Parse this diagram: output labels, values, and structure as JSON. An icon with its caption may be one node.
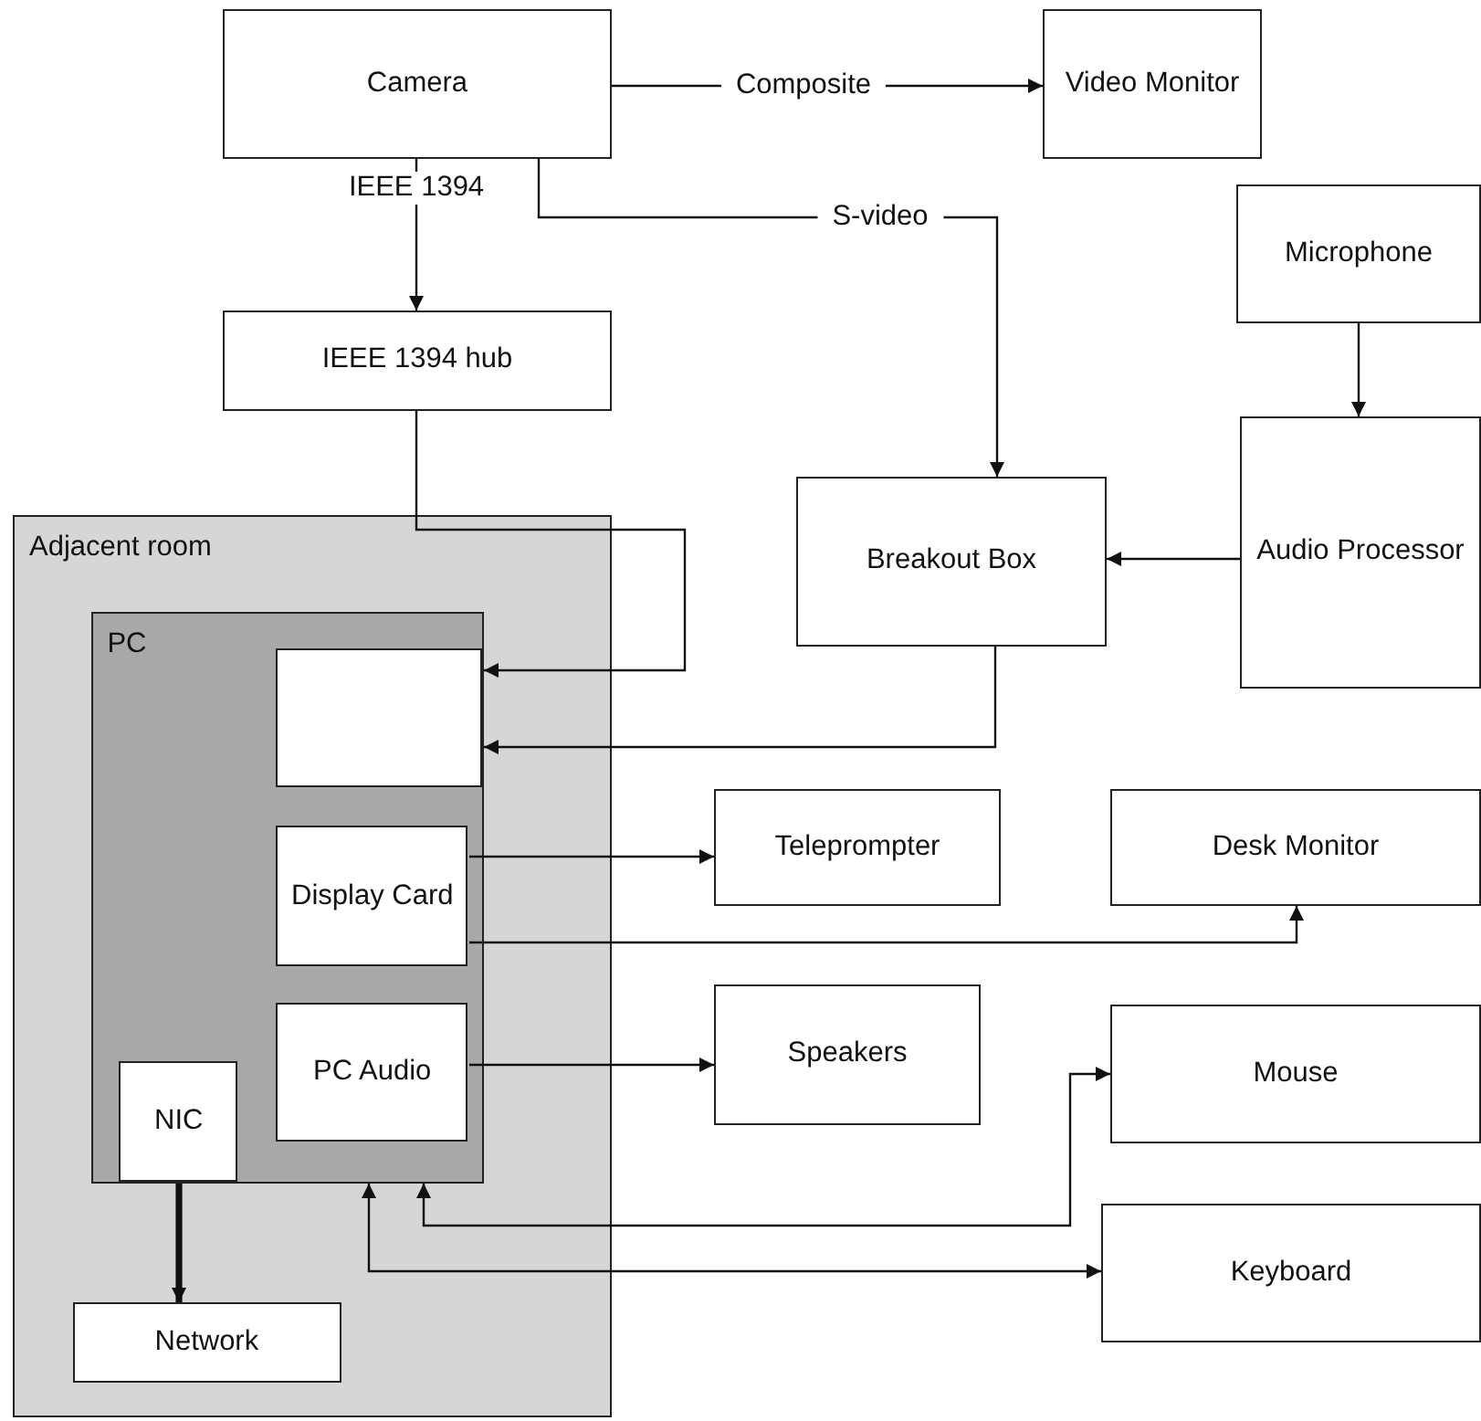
{
  "diagram": {
    "nodes": [
      {
        "text": [
          "Camera"
        ]
      },
      {
        "text": [
          "Video Monitor"
        ]
      },
      {
        "text": [
          "IEEE 1394 hub"
        ]
      },
      {
        "text": [
          "Microphone"
        ]
      },
      {
        "text": [
          "Breakout Box"
        ]
      },
      {
        "text": [
          "Audio Processor"
        ]
      },
      {
        "text": [
          "Adjacent room"
        ]
      },
      {
        "text": [
          "PC"
        ],
        "in": 6
      },
      {
        "text": [],
        "shape": "box",
        "in": 7
      },
      {
        "text": [
          "Display Card"
        ],
        "in": 7
      },
      {
        "text": [
          "PC Audio"
        ],
        "in": 7
      },
      {
        "text": [
          "NIC"
        ],
        "in": 7
      },
      {
        "text": [
          "Network"
        ],
        "in": 6
      },
      {
        "text": [
          "Teleprompter"
        ]
      },
      {
        "text": [
          "Desk Monitor"
        ]
      },
      {
        "text": [
          "Speakers"
        ]
      },
      {
        "text": [
          "Mouse"
        ]
      },
      {
        "text": [
          "Keyboard"
        ]
      }
    ],
    "edges": [
      {
        "from": 0,
        "to": 1,
        "arrow": "to",
        "label": "Composite"
      },
      {
        "from": 0,
        "to": 2,
        "arrow": "to",
        "label": "IEEE 1394"
      },
      {
        "from": 0,
        "to": 4,
        "arrow": "to",
        "label": "S-video"
      },
      {
        "from": 3,
        "to": 5,
        "arrow": "to"
      },
      {
        "from": 5,
        "to": 4,
        "arrow": "to"
      },
      {
        "from": 2,
        "to": 8,
        "arrow": "to"
      },
      {
        "from": 4,
        "to": 8,
        "arrow": "to"
      },
      {
        "from": 9,
        "to": 13,
        "arrow": "to"
      },
      {
        "from": 9,
        "to": 14,
        "arrow": "to"
      },
      {
        "from": 7,
        "to": 16,
        "arrow": "both"
      },
      {
        "from": 7,
        "to": 17,
        "arrow": "both"
      },
      {
        "from": 10,
        "to": 15,
        "arrow": "to"
      },
      {
        "from": 11,
        "to": 12,
        "arrow": "to",
        "style": "thick"
      }
    ]
  }
}
